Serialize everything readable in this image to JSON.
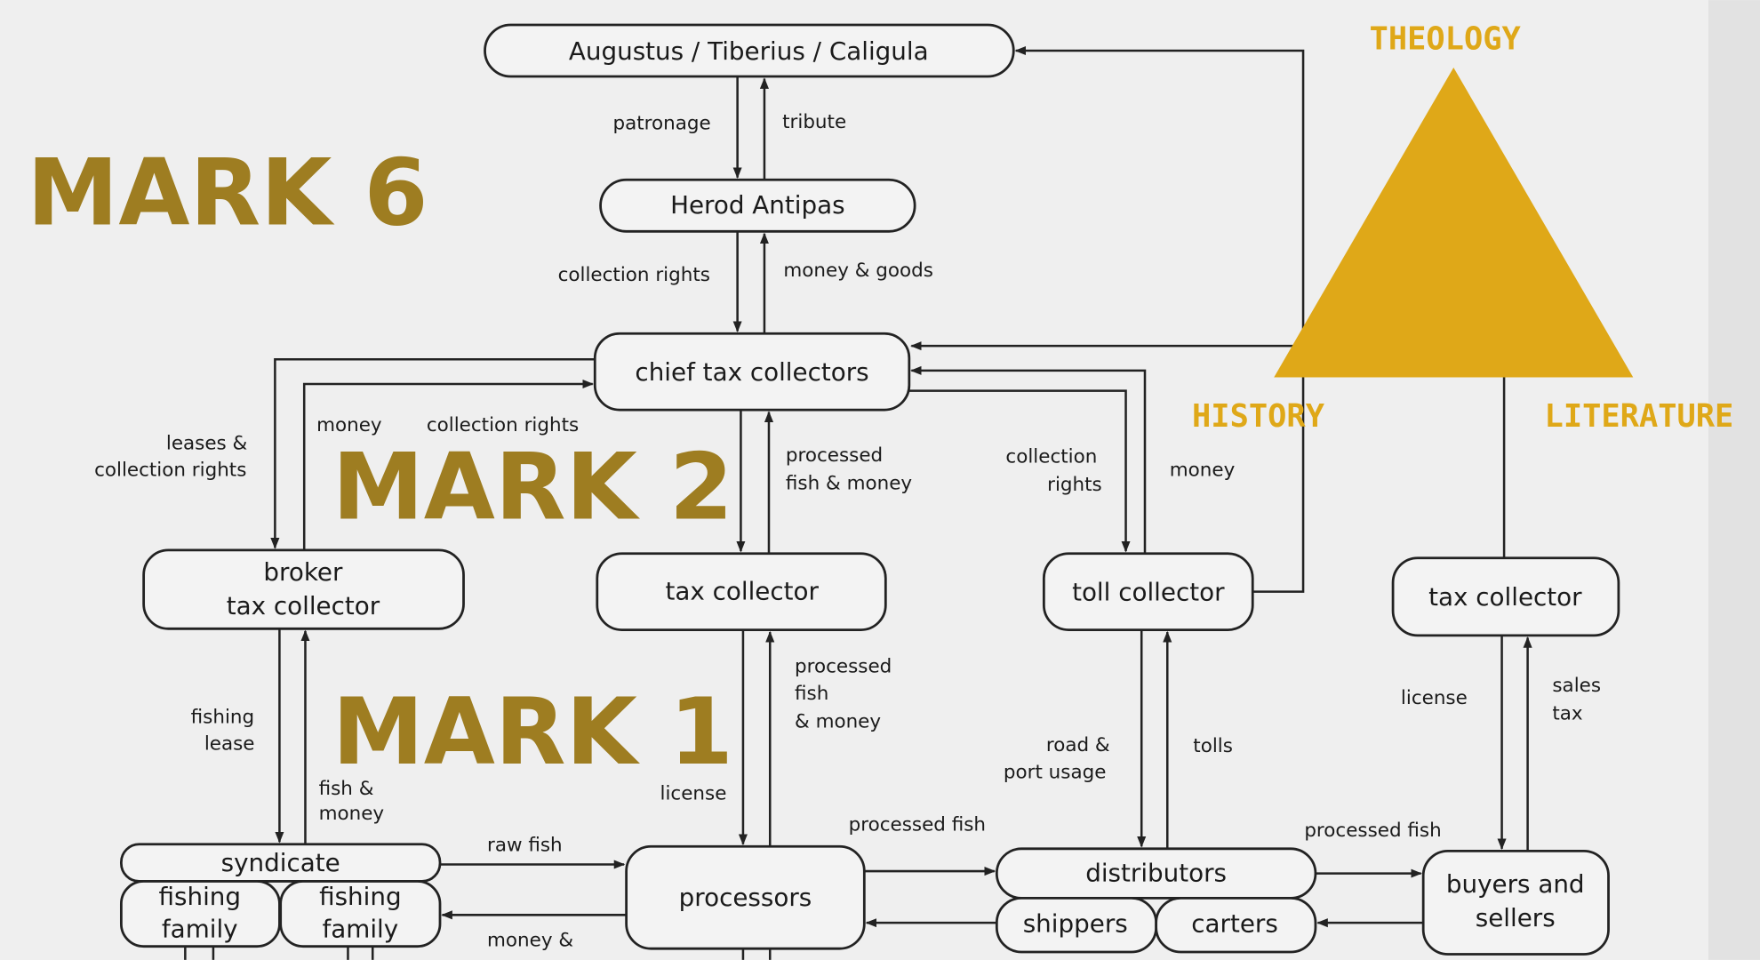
{
  "nodes": {
    "emperors": "Augustus / Tiberius / Caligula",
    "herod": "Herod Antipas",
    "chief": "chief tax collectors",
    "broker_1": "broker",
    "broker_2": "tax collector",
    "tax_center": "tax collector",
    "toll": "toll collector",
    "tax_right": "tax collector",
    "syndicate": "syndicate",
    "family_1a": "fishing",
    "family_1b": "family",
    "family_2a": "fishing",
    "family_2b": "family",
    "processors": "processors",
    "distributors": "distributors",
    "shippers": "shippers",
    "carters": "carters",
    "buyers_1": "buyers and",
    "buyers_2": "sellers"
  },
  "edges": {
    "patronage": "patronage",
    "tribute": "tribute",
    "collection_rights": "collection rights",
    "money_goods": "money & goods",
    "leases_1": "leases &",
    "leases_2": "collection rights",
    "money_left": "money",
    "collection_rights_mid": "collection rights",
    "processed_1": "processed",
    "processed_2": "fish & money",
    "collection_r1": "collection",
    "collection_r2": "rights",
    "money_right": "money",
    "fishing_lease_1": "fishing",
    "fishing_lease_2": "lease",
    "fish_money_1": "fish &",
    "fish_money_2": "money",
    "license_mid": "license",
    "pf_1": "processed",
    "pf_2": "fish",
    "pf_3": "& money",
    "road_1": "road &",
    "road_2": "port usage",
    "tolls": "tolls",
    "license_right": "license",
    "sales_1": "sales",
    "sales_2": "tax",
    "raw_fish": "raw fish",
    "processed_fish_a": "processed fish",
    "processed_fish_b": "processed fish",
    "money_bottom": "money &"
  },
  "overlay": {
    "mark6": "MARK 6",
    "mark2": "MARK 2",
    "mark1": "MARK 1",
    "theology": "THEOLOGY",
    "history": "HISTORY",
    "literature": "LITERATURE",
    "accent_color": "#dfa818",
    "mark_color": "#9a7717"
  }
}
